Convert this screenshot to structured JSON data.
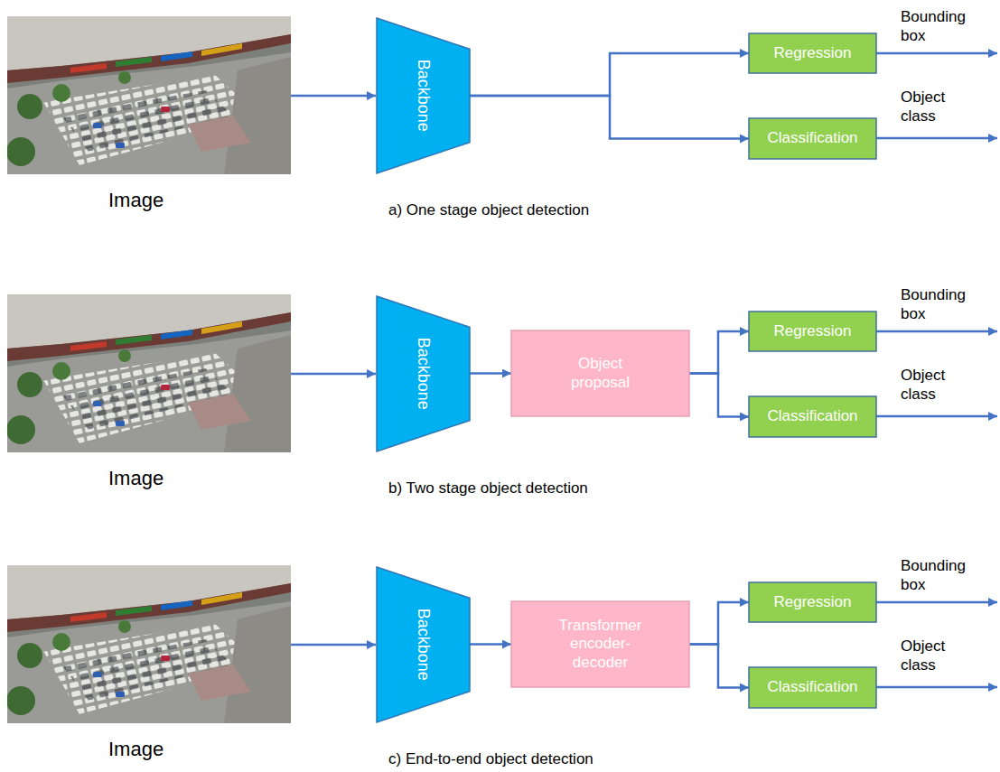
{
  "diagram": {
    "nodes": [
      {
        "text": [
          "Backbone"
        ]
      },
      {
        "text": [
          "Regression"
        ]
      },
      {
        "text": [
          "Classification"
        ]
      },
      {
        "text": [
          "Backbone"
        ]
      },
      {
        "text": [
          "Object proposal"
        ]
      },
      {
        "text": [
          "Regression"
        ]
      },
      {
        "text": [
          "Classification"
        ]
      },
      {
        "text": [
          "Backbone"
        ]
      },
      {
        "text": [
          "Transformer encoder-decoder"
        ]
      },
      {
        "text": [
          "Regression"
        ]
      },
      {
        "text": [
          "Classification"
        ]
      }
    ],
    "edges": [
      {
        "from": 0,
        "to": 1,
        "arrow": "to"
      },
      {
        "from": 0,
        "to": 2,
        "arrow": "to"
      },
      {
        "from": 3,
        "to": 4,
        "arrow": "to"
      },
      {
        "from": 4,
        "to": 5,
        "arrow": "to"
      },
      {
        "from": 4,
        "to": 6,
        "arrow": "to"
      },
      {
        "from": 7,
        "to": 8,
        "arrow": "to"
      },
      {
        "from": 8,
        "to": 9,
        "arrow": "to"
      },
      {
        "from": 8,
        "to": 10,
        "arrow": "to"
      }
    ],
    "labels": [
      "Bounding box",
      "Object class",
      "Image",
      "a) One stage object detection",
      "Bounding box",
      "Object class",
      "Image",
      "b) Two stage object detection",
      "Bounding box",
      "Object class",
      "Image",
      "c) End-to-end object detection"
    ]
  }
}
